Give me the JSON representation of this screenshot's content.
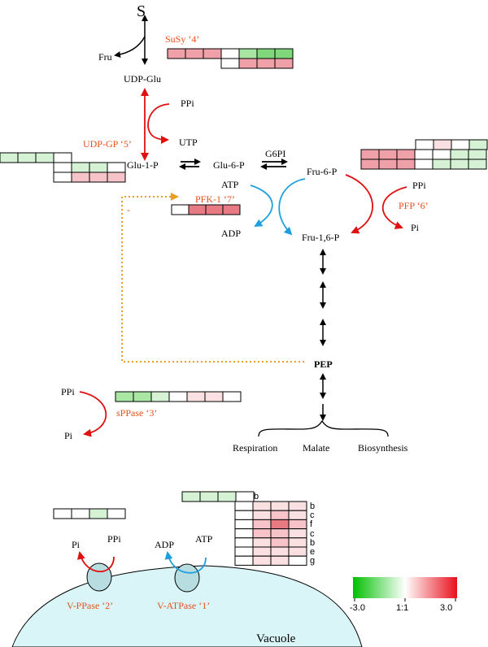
{
  "metabolites": {
    "s": "S",
    "fru": "Fru",
    "udp_glu": "UDP-Glu",
    "ppi_top": "PPi",
    "utp": "UTP",
    "glu1p": "Glu-1-P",
    "glu6p": "Glu-6-P",
    "g6pi": "G6PI",
    "fru6p": "Fru-6-P",
    "atp": "ATP",
    "adp": "ADP",
    "ppi_pfp": "PPi",
    "pi_pfp": "Pi",
    "fru16p": "Fru-1,6-P",
    "pep": "PEP",
    "ppi_sppase": "PPi",
    "pi_sppase": "Pi",
    "respiration": "Respiration",
    "malate": "Malate",
    "biosynthesis": "Biosynthesis",
    "pi_vac": "Pi",
    "ppi_vac": "PPi",
    "adp_vac": "ADP",
    "atp_vac": "ATP",
    "vacuole": "Vacuole",
    "inhibit": "-"
  },
  "enzymes": {
    "susy": "SuSy  ‘4’",
    "udpgp": "UDP-GP ‘5’",
    "pfk": "PFK-1 ‘7’",
    "pfp": "PFP ‘6’",
    "sppase": "sPPase ‘3’",
    "vppase": "V-PPase ‘2’",
    "vatpase": "V-ATPase ‘1’"
  },
  "heatmap_row_labels": [
    "b",
    "c",
    "f",
    "c",
    "b",
    "e",
    "g"
  ],
  "heatmap_single_label": "b",
  "scale": {
    "min_label": "-3.0",
    "mid_label": "1:1",
    "max_label": "3.0",
    "low_color": "#00c000",
    "mid_color": "#ffffff",
    "high_color": "#e8101c"
  },
  "colors": {
    "red": "#e01010",
    "blue": "#1ea0e0",
    "orange": "#e8a020",
    "enzyme_text": "#e8501c",
    "vacuole_fill": "#d9f5f8",
    "transporter_fill": "#b8dde0"
  }
}
